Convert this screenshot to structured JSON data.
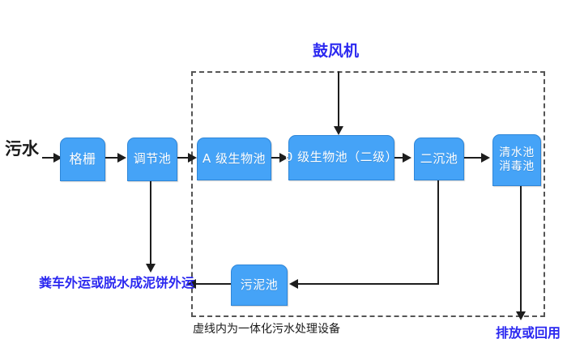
{
  "diagram": {
    "title_label": "鼓风机",
    "inlet_label": "污水",
    "enclosure_caption": "虚线内为一体化污水处理设备",
    "sludge_outlet_label": "粪车外运或脱水成泥饼外运",
    "water_outlet_label": "排放或回用",
    "accent_color": "#45A3F7",
    "label_color": "#2b28f0",
    "line_color": "#1d1d1d",
    "nodes": [
      {
        "id": "grille",
        "lines": [
          "格栅"
        ]
      },
      {
        "id": "equalization",
        "lines": [
          "调节池"
        ]
      },
      {
        "id": "a-stage",
        "lines": [
          "A 级生物池"
        ]
      },
      {
        "id": "o-stage",
        "lines": [
          "0 级生物池（二级）"
        ]
      },
      {
        "id": "clarifier",
        "lines": [
          "二沉池"
        ]
      },
      {
        "id": "clearwater",
        "lines": [
          "清水池",
          "消毒池"
        ]
      },
      {
        "id": "sludge",
        "lines": [
          "污泥池"
        ]
      }
    ]
  }
}
